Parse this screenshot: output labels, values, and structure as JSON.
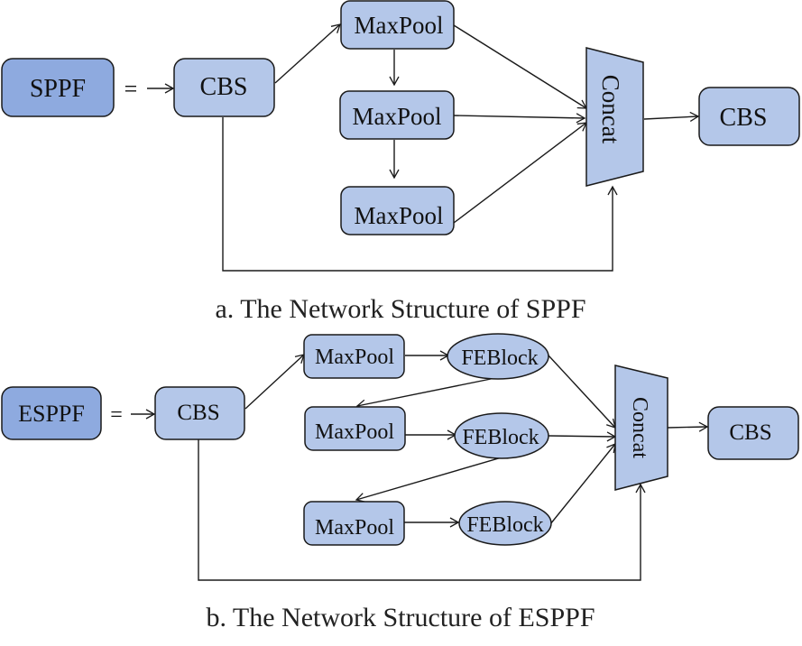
{
  "colors": {
    "module_fill": "#8eaadf",
    "block_fill": "#b4c7e9",
    "stroke": "#1a1a1a",
    "text": "#111111"
  },
  "panel_a": {
    "module": "SPPF",
    "equals": "=",
    "input_block": "CBS",
    "pool_1": "MaxPool",
    "pool_2": "MaxPool",
    "pool_3": "MaxPool",
    "concat": "Concat",
    "output_block": "CBS",
    "caption": "a. The Network Structure of SPPF"
  },
  "panel_b": {
    "module": "ESPPF",
    "equals": "=",
    "input_block": "CBS",
    "pool_1": "MaxPool",
    "pool_2": "MaxPool",
    "pool_3": "MaxPool",
    "fe_1": "FEBlock",
    "fe_2": "FEBlock",
    "fe_3": "FEBlock",
    "concat": "Concat",
    "output_block": "CBS",
    "caption": "b. The Network Structure of ESPPF"
  }
}
